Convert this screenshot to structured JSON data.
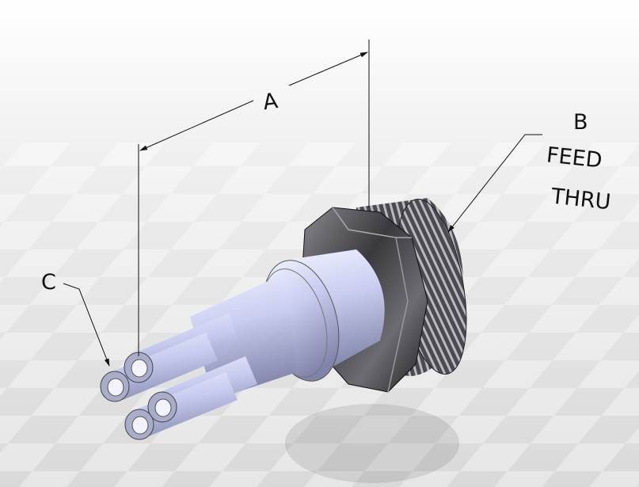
{
  "drawing": {
    "dimension_a": "A",
    "callout_b": {
      "letter": "B",
      "line1": "FEED",
      "line2": "THRU"
    },
    "callout_c": "C"
  },
  "colors": {
    "part_body": "#c9cdf0",
    "nut": "#3a3a3e",
    "background": "#e9e9e9"
  }
}
